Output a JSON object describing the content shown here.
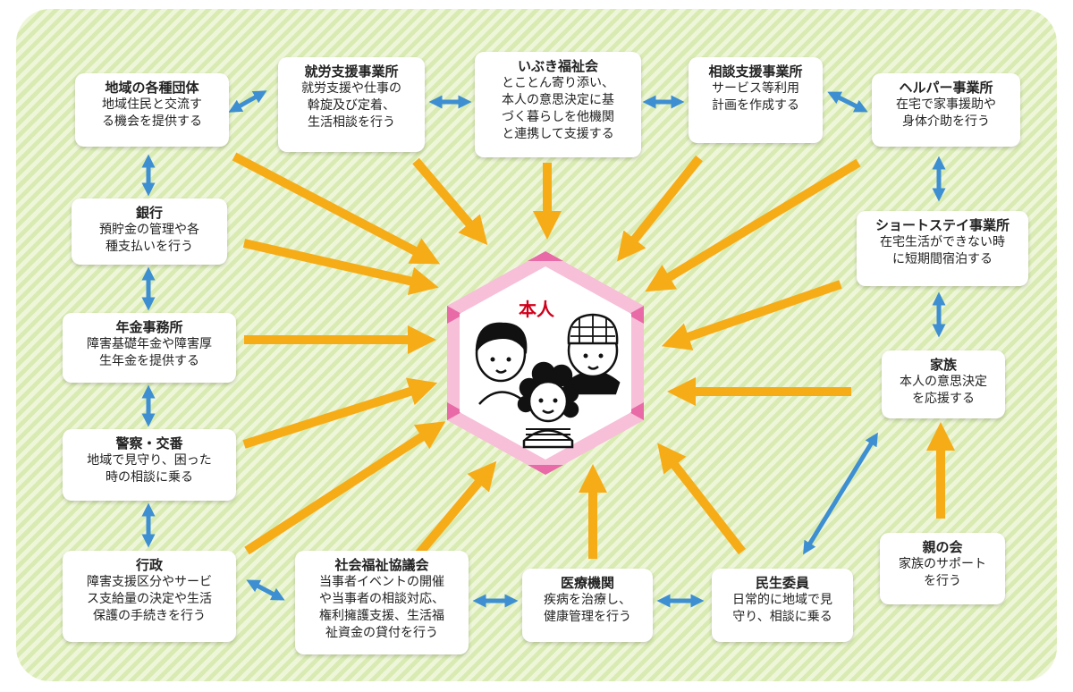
{
  "center": {
    "label": "本人"
  },
  "nodes": {
    "chiiki": {
      "title": "地域の各種団体",
      "desc": "地域住民と交流す\nる機会を提供する"
    },
    "shuro": {
      "title": "就労支援事業所",
      "desc": "就労支援や仕事の\n斡旋及び定着、\n生活相談を行う"
    },
    "ibuki": {
      "title": "いぶき福祉会",
      "desc": "とことん寄り添い、\n本人の意思決定に基\nづく暮らしを他機関\nと連携して支援する"
    },
    "sodan": {
      "title": "相談支援事業所",
      "desc": "サービス等利用\n計画を作成する"
    },
    "helper": {
      "title": "ヘルパー事業所",
      "desc": "在宅で家事援助や\n身体介助を行う"
    },
    "ginko": {
      "title": "銀行",
      "desc": "預貯金の管理や各\n種支払いを行う"
    },
    "shortstay": {
      "title": "ショートステイ事業所",
      "desc": "在宅生活ができない時\nに短期間宿泊する"
    },
    "nenkin": {
      "title": "年金事務所",
      "desc": "障害基礎年金や障害厚\n生年金を提供する"
    },
    "kazoku": {
      "title": "家族",
      "desc": "本人の意思決定\nを応援する"
    },
    "keisatsu": {
      "title": "警察・交番",
      "desc": "地域で見守り、困った\n時の相談に乗る"
    },
    "oya": {
      "title": "親の会",
      "desc": "家族のサポート\nを行う"
    },
    "gyosei": {
      "title": "行政",
      "desc": "障害支援区分やサービ\nス支給量の決定や生活\n保護の手続きを行う"
    },
    "shakyo": {
      "title": "社会福祉協議会",
      "desc": "当事者イベントの開催\nや当事者の相談対応、\n権利擁護支援、生活福\n祉資金の貸付を行う"
    },
    "iryo": {
      "title": "医療機関",
      "desc": "疾病を治療し、\n健康管理を行う"
    },
    "minsei": {
      "title": "民生委員",
      "desc": "日常的に地域で見\n守り、相談に乗る"
    }
  },
  "colors": {
    "background_stripe": "#d9ebb3",
    "orange_arrow": "#f6ac17",
    "blue_arrow": "#3d8fd1",
    "hexagon_outer": "#f7bfd8",
    "hexagon_accent": "#e86aa6",
    "center_label": "#d0001b"
  }
}
